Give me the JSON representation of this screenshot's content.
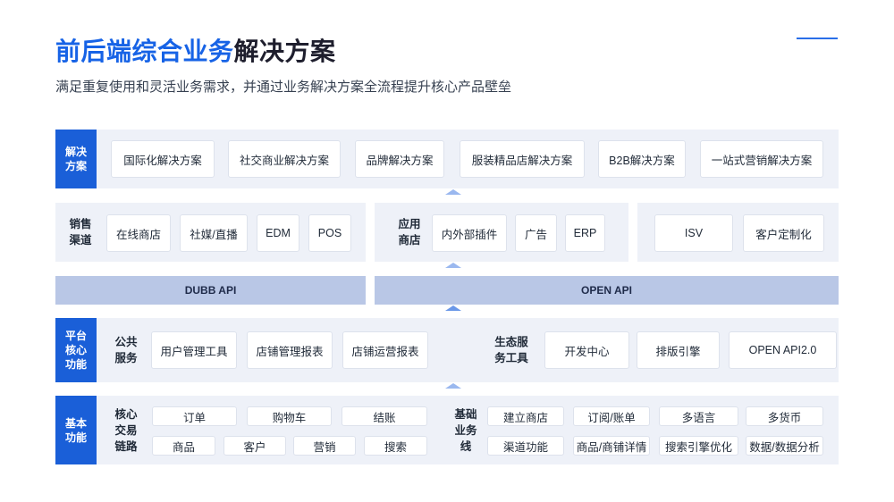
{
  "header": {
    "title_blue": "前后端综合业务",
    "title_dark": "解决方案",
    "subtitle": "满足重复使用和灵活业务需求，并通过业务解决方案全流程提升核心产品壁垒"
  },
  "solutions": {
    "tag": "解决\n方案",
    "items": [
      "国际化解决方案",
      "社交商业解决方案",
      "品牌解决方案",
      "服装精品店解决方案",
      "B2B解决方案",
      "一站式营销解决方案"
    ]
  },
  "channels": {
    "sales_label": "销售\n渠道",
    "sales_items": [
      "在线商店",
      "社媒/直播",
      "EDM",
      "POS"
    ],
    "app_label": "应用\n商店",
    "app_items": [
      "内外部插件",
      "广告",
      "ERP"
    ],
    "other_items": [
      "ISV",
      "客户定制化"
    ]
  },
  "apis": {
    "left": "DUBB API",
    "right": "OPEN API"
  },
  "platform": {
    "tag": "平台\n核心\n功能",
    "public_label": "公共\n服务",
    "public_items": [
      "用户管理工具",
      "店铺管理报表",
      "店铺运营报表"
    ],
    "eco_label": "生态服\n务工具",
    "eco_items": [
      "开发中心",
      "排版引擎",
      "OPEN API2.0"
    ]
  },
  "basic": {
    "tag": "基本\n功能",
    "core_label": "核心\n交易\n链路",
    "core_items": [
      "订单",
      "购物车",
      "结账",
      "商品",
      "客户",
      "营销",
      "搜索"
    ],
    "biz_label": "基础\n业务\n线",
    "biz_items": [
      "建立商店",
      "订阅/账单",
      "多语言",
      "多货币",
      "渠道功能",
      "商品/商铺详情",
      "搜索引擎优化",
      "数据/数据分析"
    ]
  }
}
